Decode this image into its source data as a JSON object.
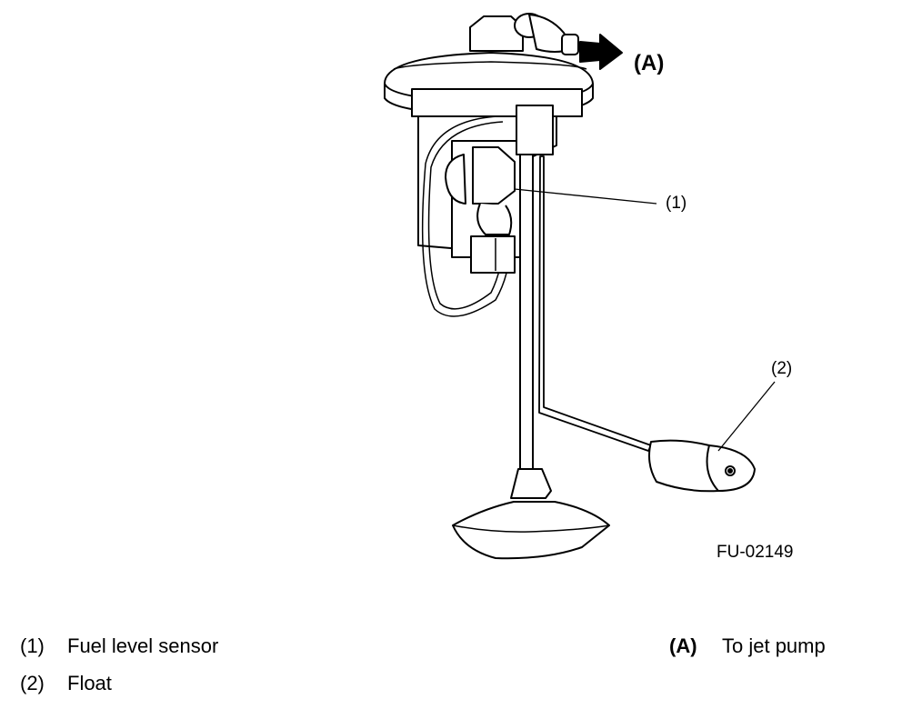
{
  "diagram": {
    "callouts": {
      "arrow_a": "(A)",
      "part_1": "(1)",
      "part_2": "(2)"
    },
    "figure_code": "FU-02149"
  },
  "legend": {
    "parts": [
      {
        "key": "(1)",
        "label": "Fuel level sensor"
      },
      {
        "key": "(2)",
        "label": "Float"
      }
    ],
    "directions": [
      {
        "key": "(A)",
        "label": "To jet pump"
      }
    ]
  }
}
